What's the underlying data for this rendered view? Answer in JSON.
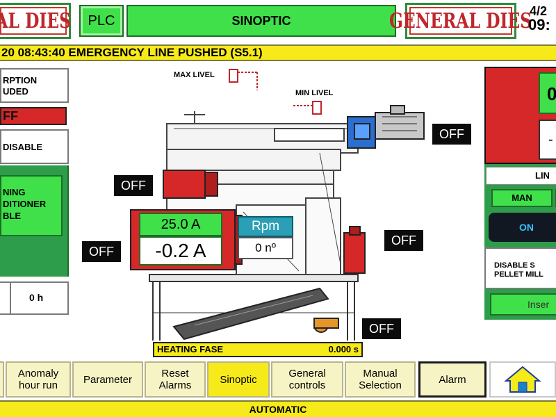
{
  "header": {
    "logo_left": "AL DIES",
    "plc_label": "PLC",
    "title": "SINOPTIC",
    "logo_right": "GENERAL DIES",
    "date": "4/2",
    "time": "09:"
  },
  "emergency_message": "20 08:43:40 EMERGENCY LINE PUSHED (S5.1)",
  "left_panel": {
    "box1_line1": "RPTION",
    "box1_line2": "UDED",
    "off_label": "FF",
    "disable_label": "DISABLE",
    "green_line1": "NING",
    "green_line2": "DITIONER",
    "green_line3": "BLE",
    "hours_value": "0 h"
  },
  "machine": {
    "max_level_label": "MAX LIVEL",
    "min_level_label": "MIN LIVEL",
    "off_top_right": "OFF",
    "off_left_top": "OFF",
    "off_left_bottom": "OFF",
    "off_right_middle": "OFF",
    "off_bottom_right": "OFF",
    "current_set": "25.0 A",
    "current_actual": "-0.2 A",
    "rpm_label": "Rpm",
    "rpm_value": "0 nº",
    "heating_label": "HEATING FASE",
    "heating_value": "0.000 s"
  },
  "right_panel": {
    "green_value": "0",
    "white_value": "-",
    "line_label": "LIN",
    "man_label": "MAN",
    "on_label": "ON",
    "disable_line1": "DISABLE S",
    "disable_line2": "PELLET MILL",
    "insert_label": "Inser"
  },
  "nav": [
    {
      "label": "Anomaly\nhour run"
    },
    {
      "label": "Parameter"
    },
    {
      "label": "Reset\nAlarms"
    },
    {
      "label": "Sinoptic"
    },
    {
      "label": "General\ncontrols"
    },
    {
      "label": "Manual\nSelection"
    },
    {
      "label": "Alarm"
    }
  ],
  "status": "AUTOMATIC",
  "colors": {
    "green": "#3fe04a",
    "dark_green": "#2e9d4b",
    "yellow": "#f7ea1a",
    "red": "#d62828",
    "brand_red": "#c0262b"
  }
}
